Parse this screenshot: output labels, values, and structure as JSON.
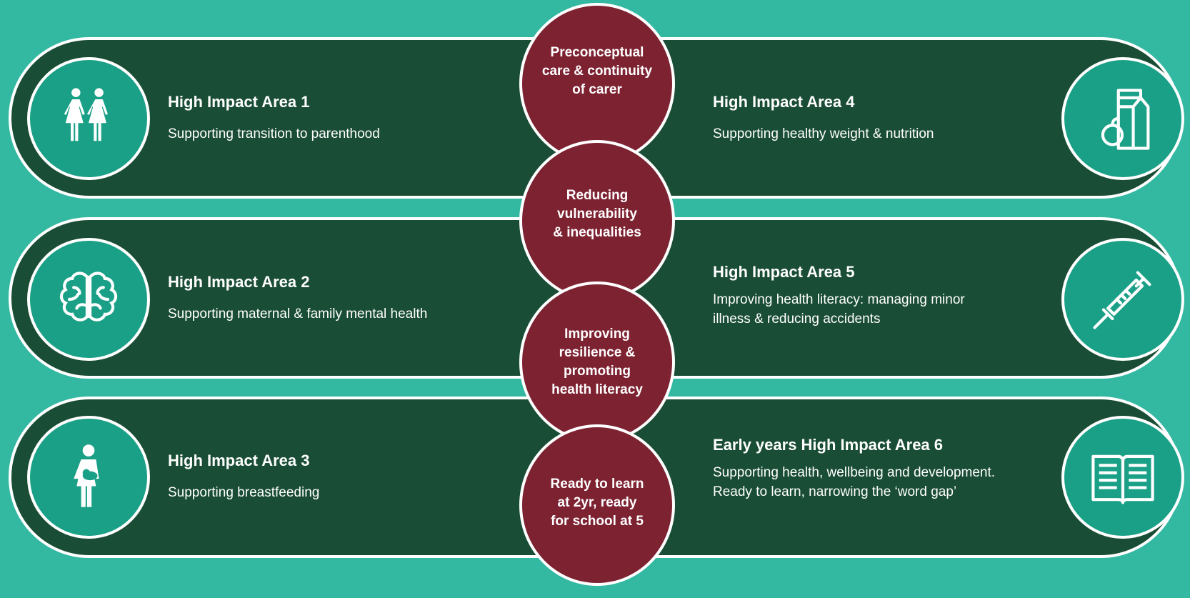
{
  "colors": {
    "background": "#33b8a2",
    "band": "#1a4d36",
    "icon_circle": "#1aa087",
    "center_circle": "#7d2231",
    "outline": "#ffffff"
  },
  "areas": [
    {
      "title": "High Impact Area 1",
      "desc": "Supporting transition to parenthood",
      "icon": "parents-icon"
    },
    {
      "title": "High Impact Area 2",
      "desc": "Supporting maternal & family mental health",
      "icon": "brain-icon"
    },
    {
      "title": "High Impact Area 3",
      "desc": "Supporting breastfeeding",
      "icon": "mother-baby-icon"
    },
    {
      "title": "High Impact Area 4",
      "desc": "Supporting healthy weight & nutrition",
      "icon": "milk-apple-icon"
    },
    {
      "title": "High Impact Area 5",
      "desc": "Improving health literacy: managing minor\nillness & reducing accidents",
      "icon": "syringe-icon"
    },
    {
      "title": "Early years High Impact Area 6",
      "desc": "Supporting health, wellbeing and development.\nReady to learn, narrowing the ‘word gap’",
      "icon": "book-icon"
    }
  ],
  "center": [
    "Preconceptual\ncare & continuity\nof carer",
    "Reducing\nvulnerability\n& inequalities",
    "Improving\nresilience &\npromoting\nhealth literacy",
    "Ready to learn\nat 2yr, ready\nfor school at 5"
  ]
}
